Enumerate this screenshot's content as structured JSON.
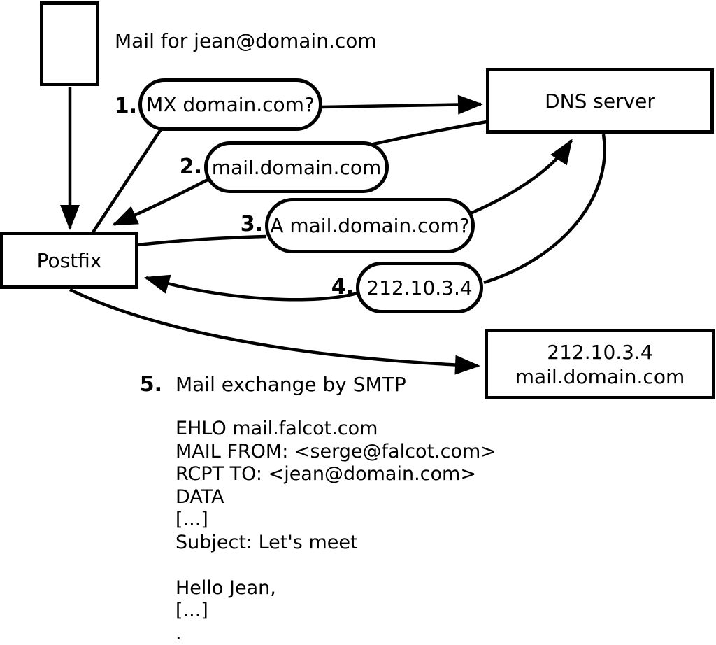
{
  "diagram": {
    "note": "Mail for jean@domain.com",
    "postfix_label": "Postfix",
    "dns_label": "DNS server",
    "destination": {
      "ip": "212.10.3.4",
      "host": "mail.domain.com"
    },
    "steps": [
      {
        "num": "1.",
        "label": "MX domain.com?"
      },
      {
        "num": "2.",
        "label": "mail.domain.com"
      },
      {
        "num": "3.",
        "label": "A mail.domain.com?"
      },
      {
        "num": "4.",
        "label": "212.10.3.4"
      },
      {
        "num": "5.",
        "label": "Mail exchange by SMTP"
      }
    ],
    "smtp_session": [
      "EHLO mail.falcot.com",
      "MAIL FROM: <serge@falcot.com>",
      "RCPT TO: <jean@domain.com>",
      "DATA",
      "[...]",
      "Subject: Let's meet",
      "",
      "Hello Jean,",
      "[...]",
      "."
    ],
    "colors": {
      "ink": "#000000",
      "background": "#ffffff"
    }
  }
}
